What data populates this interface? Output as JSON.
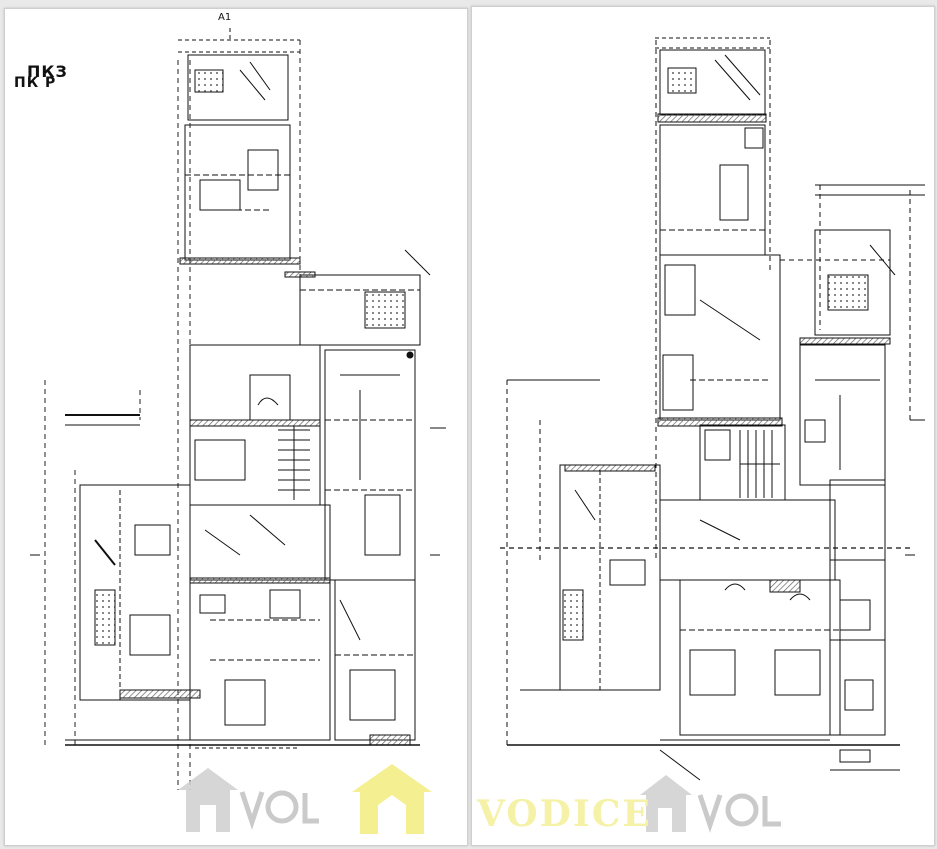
{
  "left_sheet": {
    "title": "ПК Р"
  },
  "right_sheet": {
    "title": "ПКЗ",
    "axis_mark": "A1"
  },
  "watermark": {
    "logo_text": "VODICE",
    "color_primary": "#f3ee86",
    "color_secondary": "#c8c8c8"
  },
  "colors": {
    "linework": "#111111",
    "hatch": "#7a7a7a",
    "paper": "#ffffff"
  }
}
